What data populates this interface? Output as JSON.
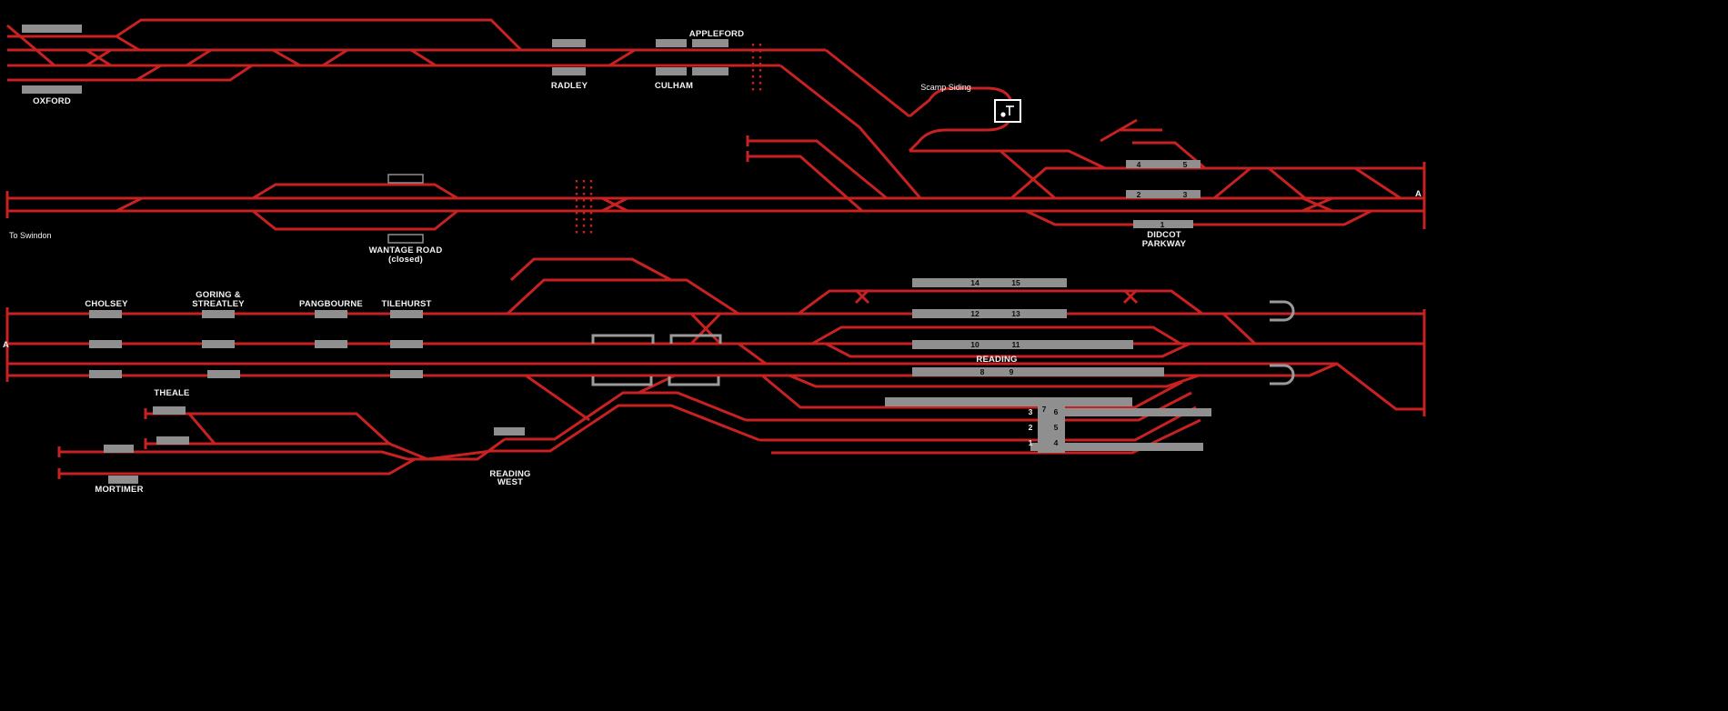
{
  "colors": {
    "background": "#000000",
    "track_red": "#c82121",
    "track_gray": "#9a9a9a",
    "platform_gray": "#8f8f8f",
    "label_white": "#f2f2f2"
  },
  "labels": {
    "oxford": "OXFORD",
    "radley": "RADLEY",
    "culham": "CULHAM",
    "appleford": "APPLEFORD",
    "scamp_siding": "Scamp Siding",
    "to_swindon": "To Swindon",
    "wantage_road_line1": "WANTAGE ROAD",
    "wantage_road_line2": "(closed)",
    "didcot_line1": "DIDCOT",
    "didcot_line2": "PARKWAY",
    "cholsey": "CHOLSEY",
    "goring_line1": "GORING &",
    "goring_line2": "STREATLEY",
    "pangbourne": "PANGBOURNE",
    "tilehurst": "TILEHURST",
    "reading": "READING",
    "theale": "THEALE",
    "reading_west_line1": "READING",
    "reading_west_line2": "WEST",
    "mortimer": "MORTIMER",
    "continuation_a_left": "A",
    "continuation_a_right": "A"
  },
  "platform_numbers": {
    "didcot": {
      "p1": "1",
      "p2": "2",
      "p3": "3",
      "p4": "4",
      "p5": "5"
    },
    "reading": {
      "p1": "1",
      "p2": "2",
      "p3": "3",
      "p4": "4",
      "p5": "5",
      "p6": "6",
      "p7": "7",
      "p8": "8",
      "p9": "9",
      "p10": "10",
      "p11": "11",
      "p12": "12",
      "p13": "13",
      "p14": "14",
      "p15": "15"
    }
  }
}
